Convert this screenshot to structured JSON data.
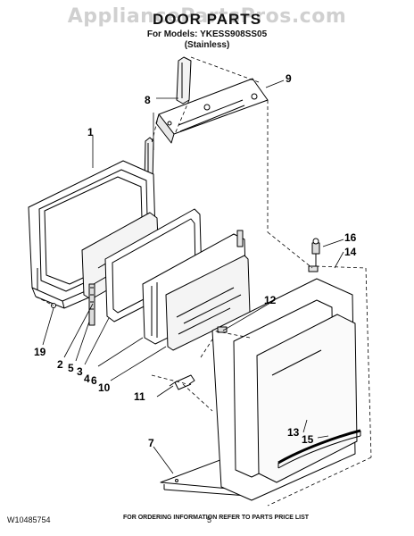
{
  "watermark": "AppliancePartsPros.com",
  "header": {
    "title": "DOOR PARTS",
    "models": "For Models: YKESS908SS05",
    "variant": "(Stainless)"
  },
  "callouts": [
    {
      "id": "1",
      "text": "1"
    },
    {
      "id": "2",
      "text": "2"
    },
    {
      "id": "3",
      "text": "3"
    },
    {
      "id": "4",
      "text": "4"
    },
    {
      "id": "5",
      "text": "5"
    },
    {
      "id": "6",
      "text": "6"
    },
    {
      "id": "7",
      "text": "7"
    },
    {
      "id": "8",
      "text": "8"
    },
    {
      "id": "9",
      "text": "9"
    },
    {
      "id": "10",
      "text": "10"
    },
    {
      "id": "11",
      "text": "11"
    },
    {
      "id": "12",
      "text": "12"
    },
    {
      "id": "13",
      "text": "13"
    },
    {
      "id": "14",
      "text": "14"
    },
    {
      "id": "15",
      "text": "15"
    },
    {
      "id": "16",
      "text": "16"
    },
    {
      "id": "19",
      "text": "19"
    }
  ],
  "footer": {
    "doc_number": "W10485754",
    "ordering_info": "FOR ORDERING INFORMATION REFER TO PARTS PRICE LIST",
    "page": "5"
  }
}
